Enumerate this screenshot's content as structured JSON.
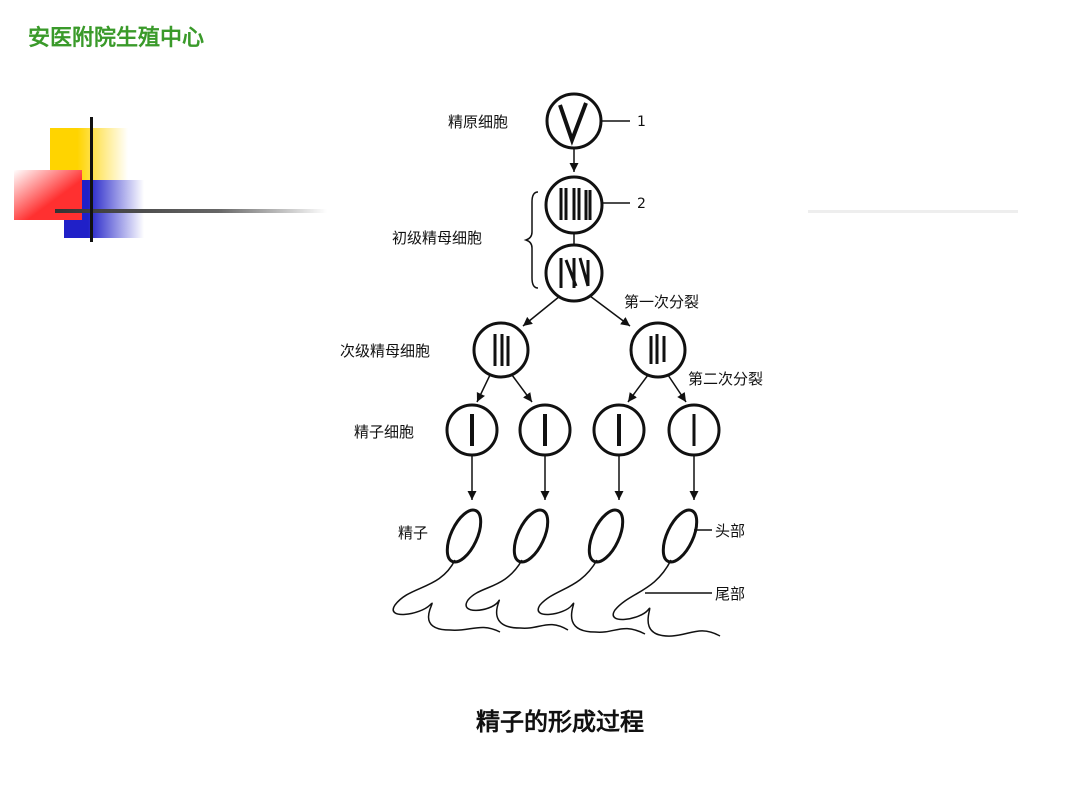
{
  "header": {
    "title": "安医附院生殖中心"
  },
  "diagram": {
    "labels": {
      "spermatogonium": "精原细胞",
      "primary": "初级精母细胞",
      "secondary": "次级精母细胞",
      "spermatid": "精子细胞",
      "sperm": "精子",
      "first_division": "第一次分裂",
      "second_division": "第二次分裂",
      "head": "头部",
      "tail": "尾部",
      "marker1": "1",
      "marker2": "2"
    }
  },
  "caption": "精子的形成过程",
  "colors": {
    "header": "#3a9a2a",
    "yellow": "#ffd700",
    "red": "#ff3b3b",
    "blue": "#2a2ac8"
  }
}
